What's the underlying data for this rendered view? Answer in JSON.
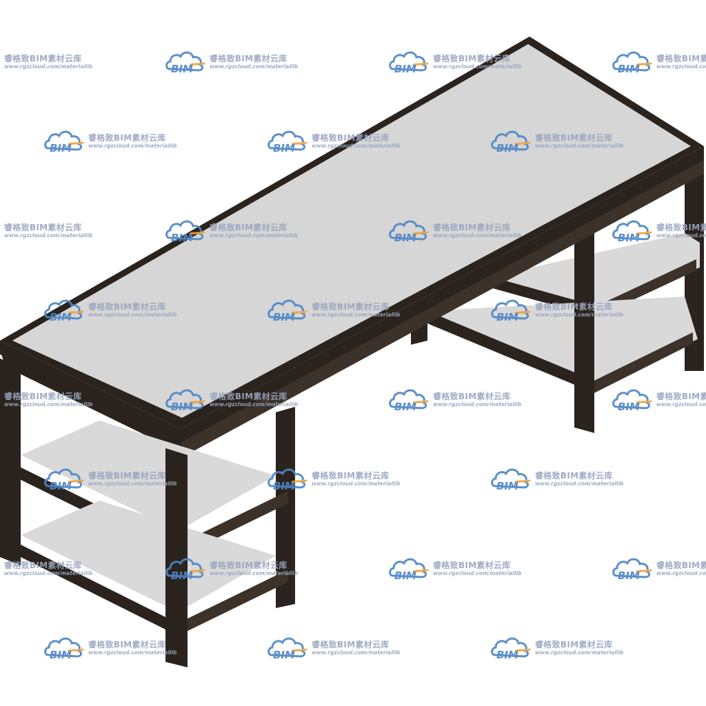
{
  "image": {
    "subject": "table with shelves",
    "colors": {
      "background": "#ffffff",
      "frame": "#2b231d",
      "frame_side": "#3c322a",
      "surface": "#d6d6d6",
      "surface_light": "#e2e2e2",
      "watermark_text": "#9aa6bf",
      "watermark_blue": "#4f86c6",
      "watermark_orange": "#f0a23a"
    }
  },
  "watermark": {
    "brand": "BIM",
    "name": "睿格致BIM素材云库",
    "url": "www.rgzcloud.com/materiallib",
    "icon": "cloud-logo-icon"
  }
}
